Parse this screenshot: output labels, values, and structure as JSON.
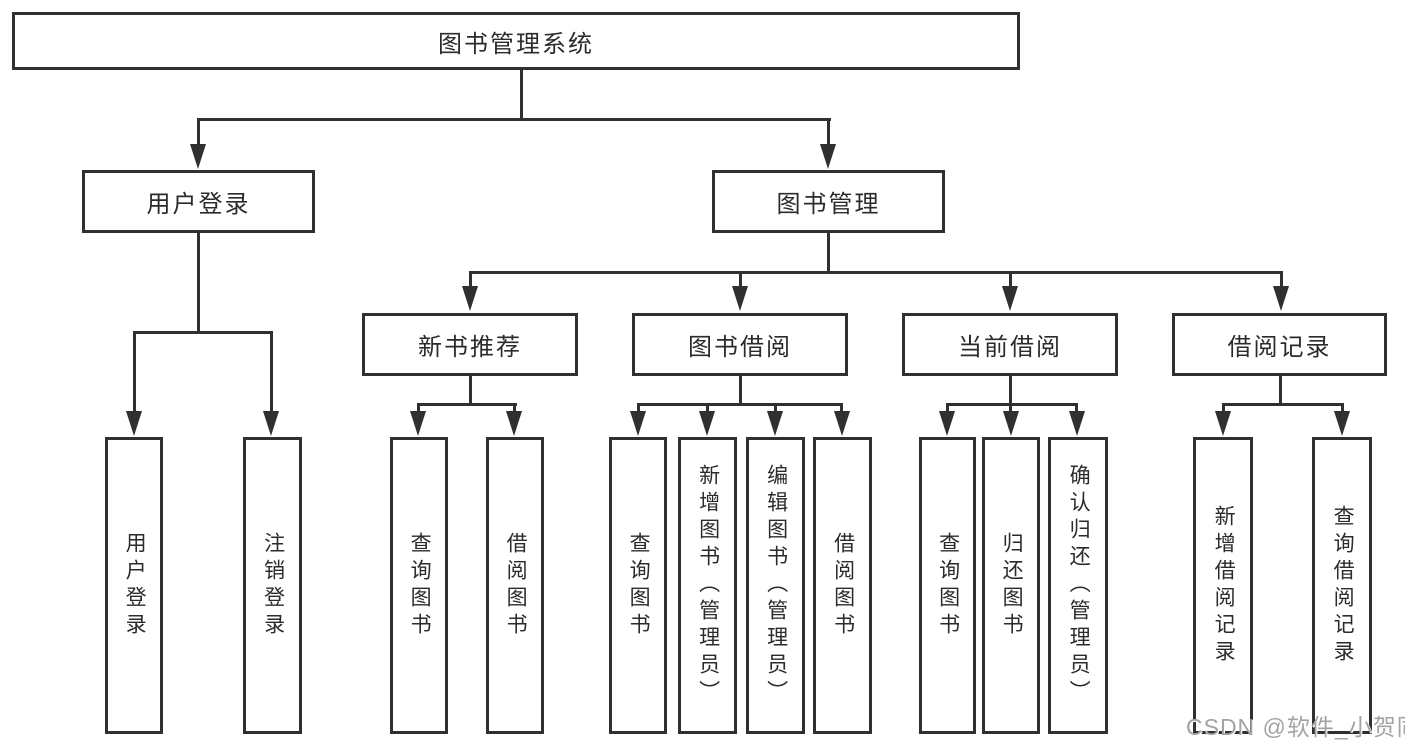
{
  "diagram_type": "hierarchy-tree",
  "colors": {
    "line": "#303030",
    "box_background": "#ffffff",
    "text": "#2b2b2b",
    "watermark": "#a3a3a3"
  },
  "watermark": "CSDN @软件_小贺同学",
  "root": {
    "label": "图书管理系统"
  },
  "level2": [
    {
      "label": "用户登录",
      "parent": "图书管理系统"
    },
    {
      "label": "图书管理",
      "parent": "图书管理系统"
    }
  ],
  "level3": [
    {
      "label": "新书推荐",
      "parent": "图书管理"
    },
    {
      "label": "图书借阅",
      "parent": "图书管理"
    },
    {
      "label": "当前借阅",
      "parent": "图书管理"
    },
    {
      "label": "借阅记录",
      "parent": "图书管理"
    }
  ],
  "leaves": [
    {
      "label": "用户登录",
      "parent": "用户登录"
    },
    {
      "label": "注销登录",
      "parent": "用户登录"
    },
    {
      "label": "查询图书",
      "parent": "新书推荐"
    },
    {
      "label": "借阅图书",
      "parent": "新书推荐"
    },
    {
      "label": "查询图书",
      "parent": "图书借阅"
    },
    {
      "label": "新增图书（管理员）",
      "parent": "图书借阅"
    },
    {
      "label": "编辑图书（管理员）",
      "parent": "图书借阅"
    },
    {
      "label": "借阅图书",
      "parent": "图书借阅"
    },
    {
      "label": "查询图书",
      "parent": "当前借阅"
    },
    {
      "label": "归还图书",
      "parent": "当前借阅"
    },
    {
      "label": "确认归还（管理员）",
      "parent": "当前借阅"
    },
    {
      "label": "新增借阅记录",
      "parent": "借阅记录"
    },
    {
      "label": "查询借阅记录",
      "parent": "借阅记录"
    }
  ]
}
